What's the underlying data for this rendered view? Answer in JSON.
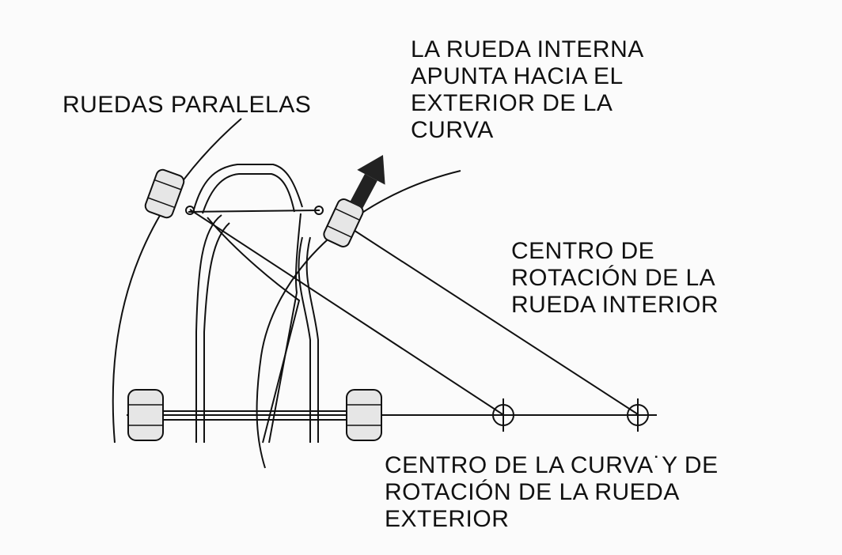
{
  "labels": {
    "parallel_wheels": "RUEDAS PARALELAS",
    "inner_wheel": [
      "LA RUEDA INTERNA",
      "APUNTA HACIA EL",
      "EXTERIOR DE LA",
      "CURVA"
    ],
    "inner_center": [
      "CENTRO DE",
      "ROTACIÓN DE LA",
      "RUEDA INTERIOR"
    ],
    "outer_center": [
      "CENTRO DE LA CURVA˙Y DE",
      "ROTACIÓN DE LA RUEDA",
      "EXTERIOR"
    ]
  },
  "colors": {
    "ink": "#111111",
    "paper": "#fbfbfb",
    "wheel_fill": "#e6e6e6",
    "arrow": "#222222"
  }
}
